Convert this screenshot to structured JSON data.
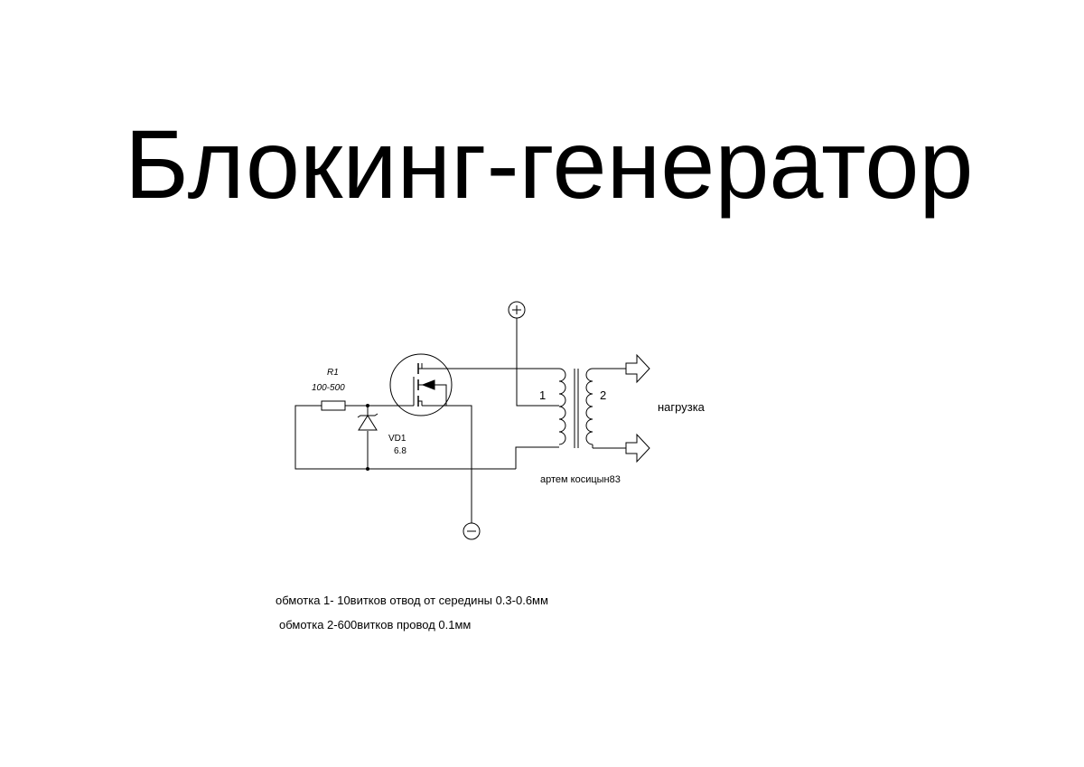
{
  "title": "Блокинг-генератор",
  "schematic": {
    "r1": {
      "ref": "R1",
      "value": "100-500"
    },
    "vd1": {
      "ref": "VD1",
      "value": "6.8"
    },
    "winding1": "1",
    "winding2": "2",
    "load": "нагрузка",
    "plus": "+",
    "minus": "−",
    "author": "артем косицын83"
  },
  "notes": [
    "обмотка 1- 10витков отвод от середины 0.3-0.6мм",
    "обмотка 2-600витков провод 0.1мм"
  ]
}
